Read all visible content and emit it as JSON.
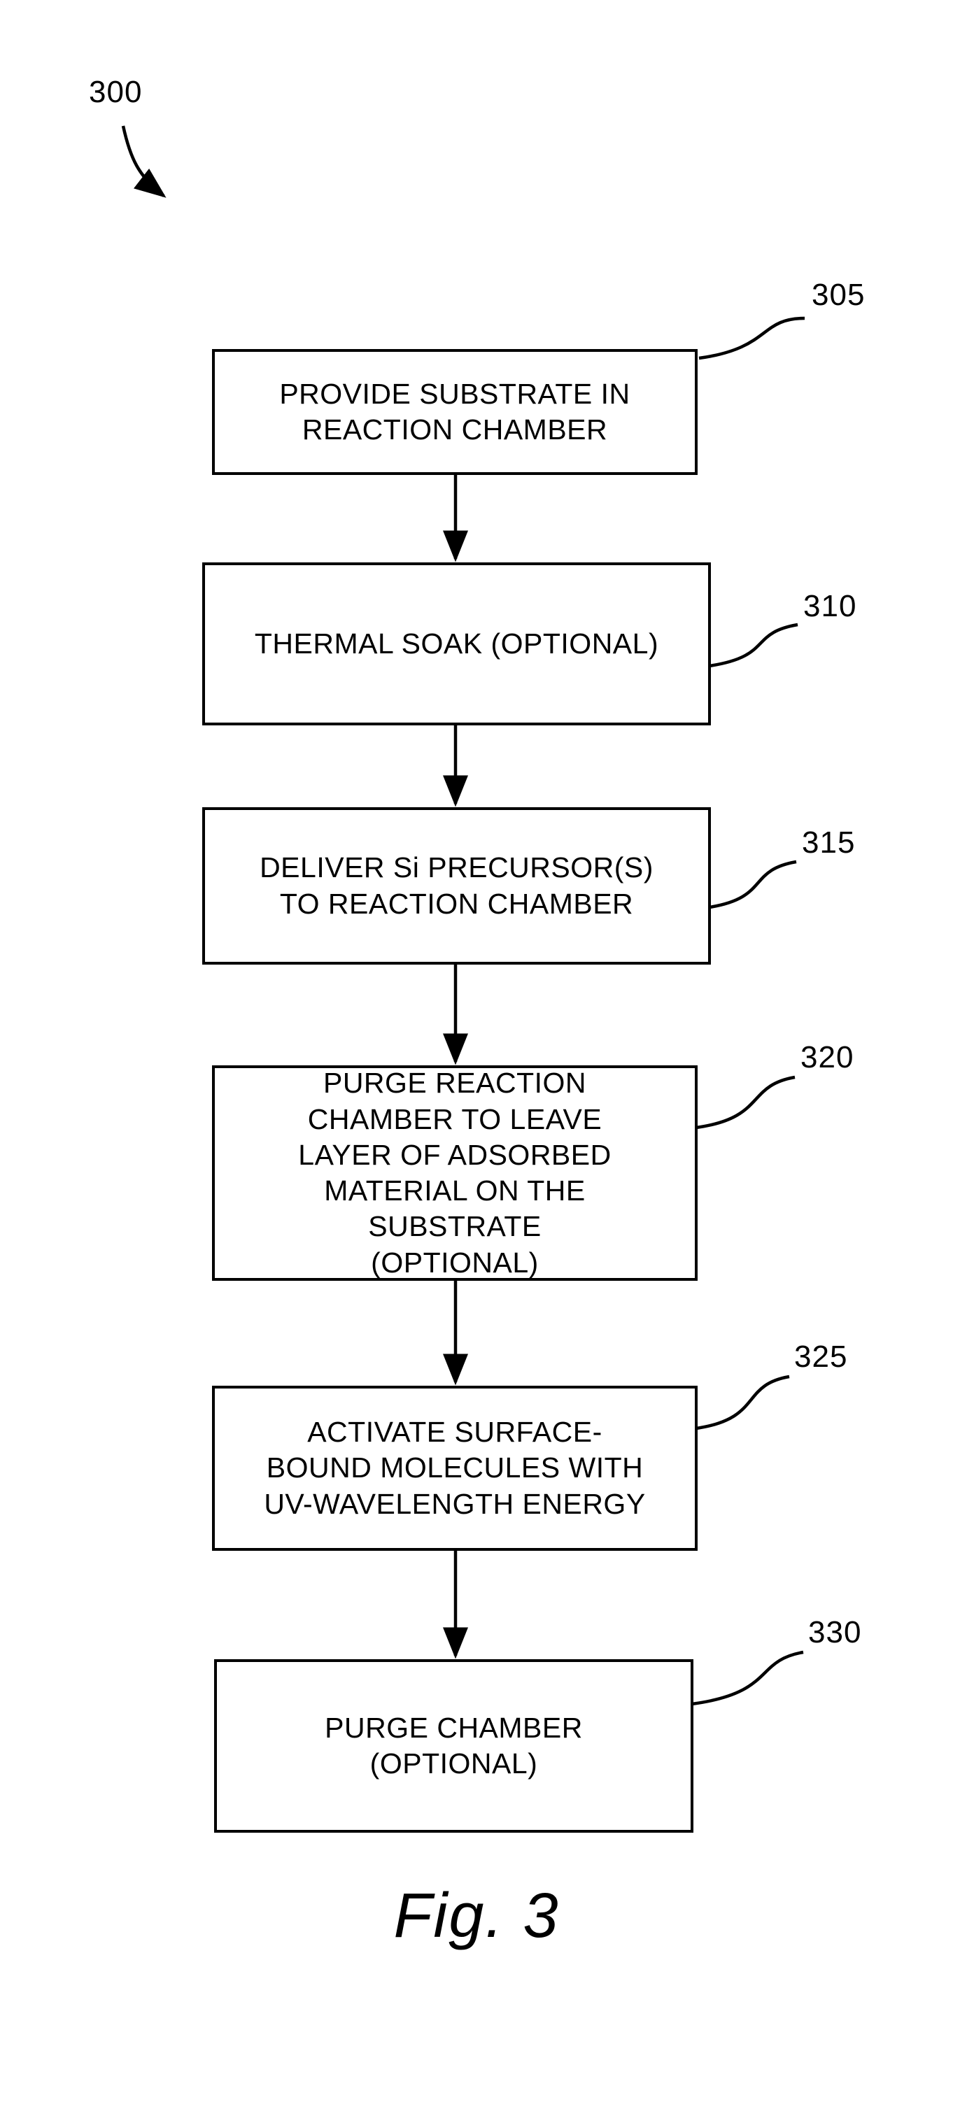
{
  "figure": {
    "number_label": "300",
    "caption": "Fig. 3"
  },
  "colors": {
    "line": "#000000",
    "background": "#ffffff",
    "text": "#000000"
  },
  "nodes": [
    {
      "ref": "305",
      "text": "PROVIDE SUBSTRATE IN\nREACTION CHAMBER"
    },
    {
      "ref": "310",
      "text": "THERMAL SOAK (OPTIONAL)"
    },
    {
      "ref": "315",
      "text": "DELIVER Si PRECURSOR(S)\nTO REACTION CHAMBER"
    },
    {
      "ref": "320",
      "text": "PURGE REACTION\nCHAMBER TO LEAVE\nLAYER OF ADSORBED\nMATERIAL ON THE\nSUBSTRATE\n(OPTIONAL)"
    },
    {
      "ref": "325",
      "text": "ACTIVATE SURFACE-\nBOUND MOLECULES WITH\nUV-WAVELENGTH ENERGY"
    },
    {
      "ref": "330",
      "text": "PURGE CHAMBER\n(OPTIONAL)"
    }
  ],
  "flow": {
    "connections": [
      "305 -> 310",
      "310 -> 315",
      "315 -> 320",
      "320 -> 325",
      "325 -> 330"
    ]
  }
}
